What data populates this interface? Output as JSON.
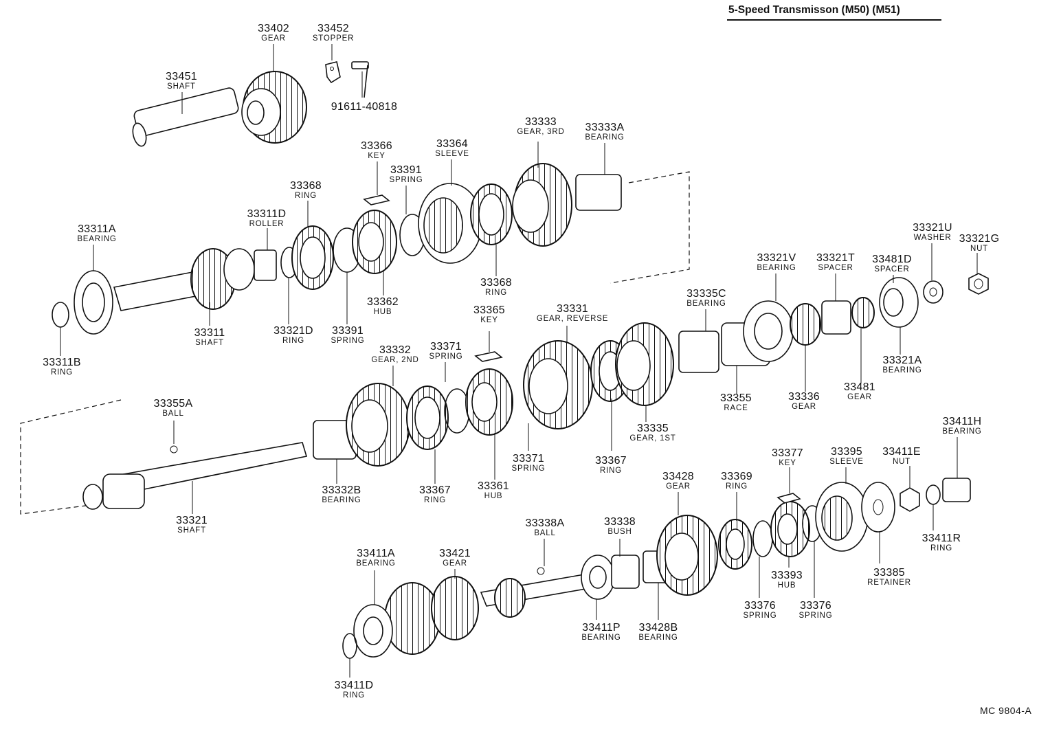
{
  "title": "5-Speed Transmisson (M50) (M51)",
  "ref_code": "MC  9804-A",
  "parts": [
    {
      "id": "p33402",
      "number": "33402",
      "name": "GEAR"
    },
    {
      "id": "p33452",
      "number": "33452",
      "name": "STOPPER"
    },
    {
      "id": "p33451",
      "number": "33451",
      "name": "SHAFT"
    },
    {
      "id": "p91611",
      "number": "91611-40818",
      "name": ""
    },
    {
      "id": "p33333",
      "number": "33333",
      "name": "GEAR, 3RD"
    },
    {
      "id": "p33333A",
      "number": "33333A",
      "name": "BEARING"
    },
    {
      "id": "p33366",
      "number": "33366",
      "name": "KEY"
    },
    {
      "id": "p33364",
      "number": "33364",
      "name": "SLEEVE"
    },
    {
      "id": "p33391a",
      "number": "33391",
      "name": "SPRING"
    },
    {
      "id": "p33368a",
      "number": "33368",
      "name": "RING"
    },
    {
      "id": "p33311D",
      "number": "33311D",
      "name": "ROLLER"
    },
    {
      "id": "p33311A",
      "number": "33311A",
      "name": "BEARING"
    },
    {
      "id": "p33368b",
      "number": "33368",
      "name": "RING"
    },
    {
      "id": "p33362",
      "number": "33362",
      "name": "HUB"
    },
    {
      "id": "p33311",
      "number": "33311",
      "name": "SHAFT"
    },
    {
      "id": "p33321D",
      "number": "33321D",
      "name": "RING"
    },
    {
      "id": "p33391b",
      "number": "33391",
      "name": "SPRING"
    },
    {
      "id": "p33311B",
      "number": "33311B",
      "name": "RING"
    },
    {
      "id": "p33321U",
      "number": "33321U",
      "name": "WASHER"
    },
    {
      "id": "p33321G",
      "number": "33321G",
      "name": "NUT"
    },
    {
      "id": "p33321V",
      "number": "33321V",
      "name": "BEARING"
    },
    {
      "id": "p33321T",
      "number": "33321T",
      "name": "SPACER"
    },
    {
      "id": "p33481D",
      "number": "33481D",
      "name": "SPACER"
    },
    {
      "id": "p33335C",
      "number": "33335C",
      "name": "BEARING"
    },
    {
      "id": "p33365",
      "number": "33365",
      "name": "KEY"
    },
    {
      "id": "p33331",
      "number": "33331",
      "name": "GEAR, REVERSE"
    },
    {
      "id": "p33332",
      "number": "33332",
      "name": "GEAR, 2ND"
    },
    {
      "id": "p33371a",
      "number": "33371",
      "name": "SPRING"
    },
    {
      "id": "p33321A",
      "number": "33321A",
      "name": "BEARING"
    },
    {
      "id": "p33481",
      "number": "33481",
      "name": "GEAR"
    },
    {
      "id": "p33355",
      "number": "33355",
      "name": "RACE"
    },
    {
      "id": "p33336",
      "number": "33336",
      "name": "GEAR"
    },
    {
      "id": "p33355A",
      "number": "33355A",
      "name": "BALL"
    },
    {
      "id": "p33335",
      "number": "33335",
      "name": "GEAR, 1ST"
    },
    {
      "id": "p33411H",
      "number": "33411H",
      "name": "BEARING"
    },
    {
      "id": "p33377",
      "number": "33377",
      "name": "KEY"
    },
    {
      "id": "p33395",
      "number": "33395",
      "name": "SLEEVE"
    },
    {
      "id": "p33411E",
      "number": "33411E",
      "name": "NUT"
    },
    {
      "id": "p33371b",
      "number": "33371",
      "name": "SPRING"
    },
    {
      "id": "p33367a",
      "number": "33367",
      "name": "RING"
    },
    {
      "id": "p33428",
      "number": "33428",
      "name": "GEAR"
    },
    {
      "id": "p33369",
      "number": "33369",
      "name": "RING"
    },
    {
      "id": "p33332B",
      "number": "33332B",
      "name": "BEARING"
    },
    {
      "id": "p33367b",
      "number": "33367",
      "name": "RING"
    },
    {
      "id": "p33361",
      "number": "33361",
      "name": "HUB"
    },
    {
      "id": "p33321",
      "number": "33321",
      "name": "SHAFT"
    },
    {
      "id": "p33338A",
      "number": "33338A",
      "name": "BALL"
    },
    {
      "id": "p33338",
      "number": "33338",
      "name": "BUSH"
    },
    {
      "id": "p33411R",
      "number": "33411R",
      "name": "RING"
    },
    {
      "id": "p33411A",
      "number": "33411A",
      "name": "BEARING"
    },
    {
      "id": "p33421",
      "number": "33421",
      "name": "GEAR"
    },
    {
      "id": "p33385",
      "number": "33385",
      "name": "RETAINER"
    },
    {
      "id": "p33393",
      "number": "33393",
      "name": "HUB"
    },
    {
      "id": "p33411P",
      "number": "33411P",
      "name": "BEARING"
    },
    {
      "id": "p33428B",
      "number": "33428B",
      "name": "BEARING"
    },
    {
      "id": "p33376a",
      "number": "33376",
      "name": "SPRING"
    },
    {
      "id": "p33376b",
      "number": "33376",
      "name": "SPRING"
    },
    {
      "id": "p33411D",
      "number": "33411D",
      "name": "RING"
    }
  ]
}
